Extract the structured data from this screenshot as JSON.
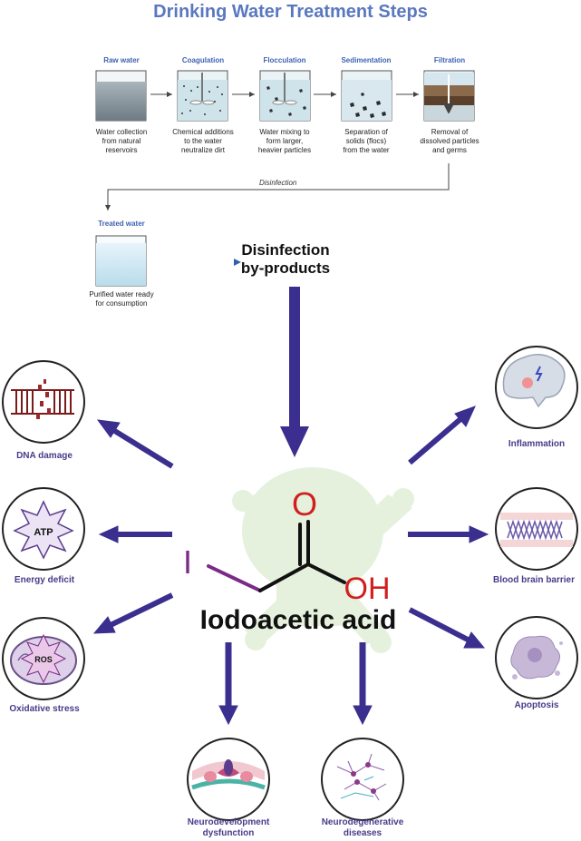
{
  "title": "Drinking Water Treatment Steps",
  "steps": [
    {
      "name": "Raw water",
      "desc": [
        "Water collection",
        "from natural",
        "reservoirs"
      ]
    },
    {
      "name": "Coagulation",
      "desc": [
        "Chemical additions",
        "to the water",
        "neutralize dirt"
      ]
    },
    {
      "name": "Flocculation",
      "desc": [
        "Water mixing to",
        "form larger,",
        "heavier particles"
      ]
    },
    {
      "name": "Sedimentation",
      "desc": [
        "Separation of",
        "solids (flocs)",
        "from the water"
      ]
    },
    {
      "name": "Filtration",
      "desc": [
        "Removal of",
        "dissolved particles",
        "and germs"
      ]
    }
  ],
  "disinfection_label": "Disinfection",
  "treated": {
    "name": "Treated water",
    "desc": [
      "Purified water ready",
      "for consumption"
    ]
  },
  "byproducts": [
    "Disinfection",
    "by-products"
  ],
  "molecule": {
    "name": "Iodoacetic acid",
    "atom_i": "I",
    "atom_o": "O",
    "atom_oh": "OH"
  },
  "effects": {
    "dna": "DNA damage",
    "energy": "Energy deficit",
    "energy_icon_text": "ATP",
    "oxidative": "Oxidative stress",
    "oxidative_icon_text": "ROS",
    "neurodevelopment": [
      "Neurodevelopment",
      "dysfunction"
    ],
    "neurodegenerative": [
      "Neurodegenerative",
      "diseases"
    ],
    "inflammation": "Inflammation",
    "bbb": "Blood brain barrier",
    "apoptosis": "Apoptosis"
  },
  "colors": {
    "title": "#5a78c0",
    "step_heading": "#3f62b3",
    "arrow": "#3a2f8f",
    "effect_label": "#4a3a8a",
    "iodine": "#7b2a86",
    "oxygen": "#d11f1f"
  }
}
